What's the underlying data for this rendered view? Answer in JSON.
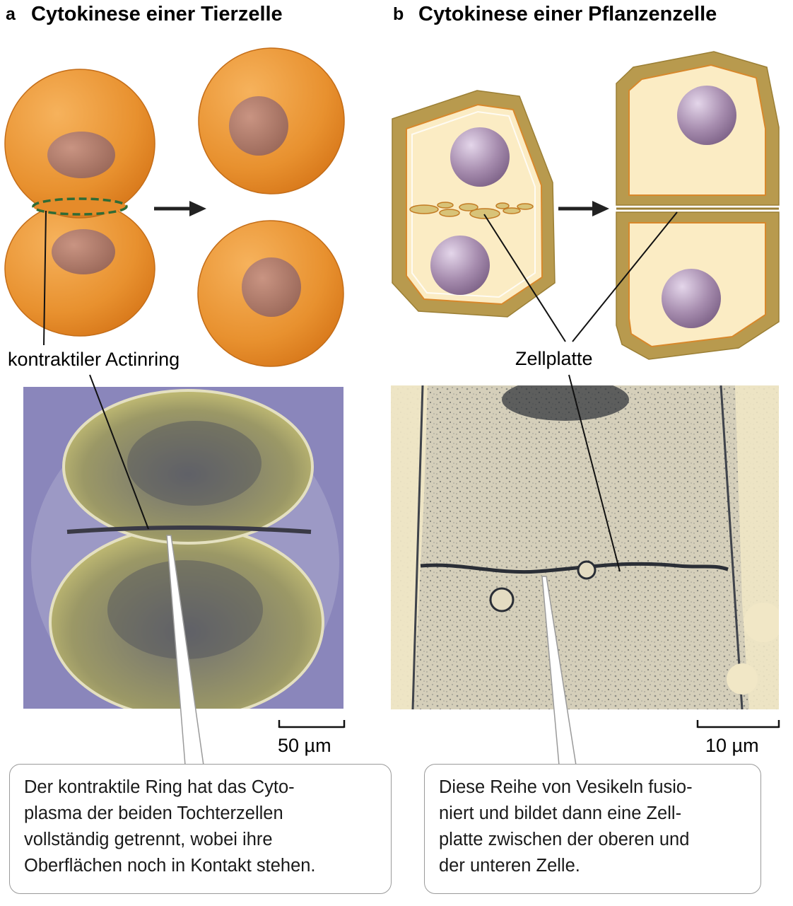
{
  "panel_a": {
    "letter": "a",
    "title": "Cytokinese einer Tierzelle",
    "label": "kontraktiler Actinring",
    "scale_bar": "50 µm",
    "callout_lines": [
      "Der kontraktile Ring hat das Cyto-",
      "plasma der beiden Tochterzellen",
      "vollständig getrennt, wobei ihre",
      "Oberflächen noch in Kontakt stehen."
    ]
  },
  "panel_b": {
    "letter": "b",
    "title": "Cytokinese einer Pflanzenzelle",
    "label": "Zellplatte",
    "scale_bar": "10 µm",
    "callout_lines": [
      "Diese Reihe von Vesikeln fusio-",
      "niert und bildet dann eine Zell-",
      "platte zwischen der oberen und",
      "der unteren Zelle."
    ]
  },
  "colors": {
    "animal_cell": "#e8912f",
    "animal_nucleus": "#b07a6a",
    "plant_wall": "#b89a4e",
    "plant_cytoplasm": "#fbecc4",
    "plant_nucleus": "#a48aab",
    "contractile_ring": "#2f6b35",
    "micrograph_a": "#8c84b8",
    "micrograph_b": "#cfcbbf"
  }
}
